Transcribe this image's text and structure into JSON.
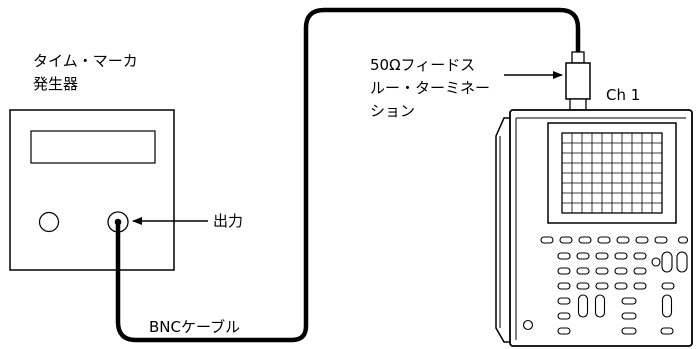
{
  "generator": {
    "title_line1": "タイム・マーカ",
    "title_line2": "発生器",
    "output_label": "出力"
  },
  "cable": {
    "label": "BNCケーブル"
  },
  "termination": {
    "line1": "50Ωフィードス",
    "line2": "ルー・ターミネー",
    "line3": "ション"
  },
  "scope": {
    "channel_label": "Ch 1"
  },
  "colors": {
    "stroke": "#000000",
    "background": "#ffffff"
  }
}
